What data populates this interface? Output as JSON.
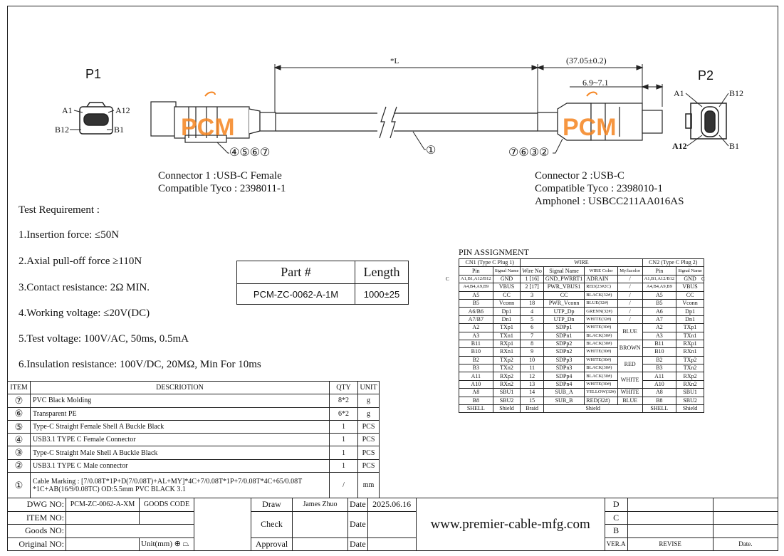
{
  "drawing": {
    "p1_label": "P1",
    "p2_label": "P2",
    "p1_pins": [
      "A1",
      "A12",
      "B12",
      "B1"
    ],
    "p2_pins": [
      "A1",
      "B12",
      "A12",
      "B1"
    ],
    "logo": "PCM",
    "dim_length": "*L",
    "dim_overall": "(37.05±0.2)",
    "dim_plug": "6.9~7.1",
    "callout_left": "④⑤⑥⑦",
    "callout_cable": "①",
    "callout_right": "⑦⑥③②",
    "connector1": [
      "Connector 1 :USB-C  Female",
      "Compatible Tyco : 2398011-1"
    ],
    "connector2": [
      "Connector 2 :USB-C",
      "Compatible Tyco : 2398010-1",
      "Amphonel : USBCC211AA016AS"
    ],
    "accent": "#f5841f"
  },
  "test": {
    "title": "Test Requirement :",
    "items": [
      "1.Insertion force: ≤50N",
      "2.Axial pull-off force ≥110N",
      "3.Contact resistance: 2Ω MIN.",
      "4.Working voltage: ≤20V(DC)",
      "5.Test voltage: 100V/AC, 50ms, 0.5mA",
      "6.Insulation resistance: 100V/DC, 20MΩ, Min For 10ms"
    ]
  },
  "part": {
    "h1": "Part #",
    "h2": "Length",
    "part_no": "PCM-ZC-0062-A-1M",
    "length": "1000±25"
  },
  "pin": {
    "title": "PIN ASSIGNMENT",
    "cn1": "CN1 (Type C Plug 1)",
    "wire": "WIRE",
    "cn2": "CN2 (Type C Plug 2)",
    "cols": [
      "Pin",
      "Signal Name",
      "Wire No",
      "Signal Name",
      "WIRE Color",
      "My/lacolor",
      "Pin",
      "Signal Name"
    ],
    "rows": [
      [
        "A1,B1,A12/B12",
        "GND",
        "1 [16]",
        "GND_PWRRT1",
        "ADRAIN",
        "/",
        "A1,B1,A12/B12",
        "GND"
      ],
      [
        "A4,B4,A9,B9",
        "VBUS",
        "2 [17]",
        "PWR_VBUS1",
        "RED(23#2C)",
        "/",
        "A4,B4,A9,B9",
        "VBUS"
      ],
      [
        "A5",
        "CC",
        "3",
        "CC",
        "BLACK(32#)",
        "/",
        "A5",
        "CC"
      ],
      [
        "B5",
        "Vconn",
        "18",
        "PWR_Vconn",
        "BLUE(32#)",
        "/",
        "B5",
        "Vconn"
      ],
      [
        "A6/B6",
        "Dp1",
        "4",
        "UTP_Dp",
        "GRENN(32#)",
        "/",
        "A6",
        "Dp1"
      ],
      [
        "A7/B7",
        "Dn1",
        "5",
        "UTP_Dn",
        "WHITE(32#)",
        "/",
        "A7",
        "Dn1"
      ],
      [
        "A2",
        "TXp1",
        "6",
        "SDPp1",
        "WHITE(30#)",
        "BLUE",
        "A2",
        "TXp1"
      ],
      [
        "A3",
        "TXn1",
        "7",
        "SDPn1",
        "BLACK(30#)",
        "",
        "A3",
        "TXn1"
      ],
      [
        "B11",
        "RXp1",
        "8",
        "SDPp2",
        "BLACK(30#)",
        "BROWN",
        "B11",
        "RXp1"
      ],
      [
        "B10",
        "RXn1",
        "9",
        "SDPn2",
        "WHITE(30#)",
        "",
        "B10",
        "RXn1"
      ],
      [
        "B2",
        "TXp2",
        "10",
        "SDPp3",
        "WHITE(30#)",
        "RED",
        "B2",
        "TXp2"
      ],
      [
        "B3",
        "TXn2",
        "11",
        "SDPn3",
        "BLACK(30#)",
        "",
        "B3",
        "TXn2"
      ],
      [
        "A11",
        "RXp2",
        "12",
        "SDPp4",
        "BLACK(30#)",
        "WHITE",
        "A11",
        "RXp2"
      ],
      [
        "A10",
        "RXn2",
        "13",
        "SDPn4",
        "WHITE(30#)",
        "",
        "A10",
        "RXn2"
      ],
      [
        "A8",
        "SBU1",
        "14",
        "SUB_A",
        "YELLOW(32#)",
        "WHITE",
        "A8",
        "SBU1"
      ],
      [
        "B8",
        "SBU2",
        "15",
        "SUB_B",
        "RED(32#)",
        "BLUE",
        "B8",
        "SBU2"
      ]
    ],
    "shell": [
      "SHELL",
      "Shield",
      "Braid",
      "Shield",
      "SHELL",
      "Shield"
    ],
    "c_mark": "C"
  },
  "bom": {
    "headers": [
      "ITEM",
      "DESCRIOTION",
      "QTY",
      "UNIT"
    ],
    "rows": [
      [
        "⑦",
        "PVC Black Molding",
        "8*2",
        "g"
      ],
      [
        "⑥",
        "Transparent PE",
        "6*2",
        "g"
      ],
      [
        "⑤",
        "Type-C Straight Female Shell A Buckle Black",
        "1",
        "PCS"
      ],
      [
        "④",
        "USB3.1 TYPE C Female Connector",
        "1",
        "PCS"
      ],
      [
        "③",
        "Type-C Straight Male Shell A Buckle Black",
        "1",
        "PCS"
      ],
      [
        "②",
        "USB3.1 TYPE C Male connector",
        "1",
        "PCS"
      ],
      [
        "①",
        "Cable Marking : [7/0.08T*1P+D(7/0.08T)+AL+MY]*4C+7/0.08T*1P+7/0.08T*4C+65/0.08T *1C+AB(16/9/0.08TC) OD:5.5mm PVC BLACK 3.1",
        "/",
        "mm"
      ]
    ]
  },
  "title_block": {
    "dwg_label": "DWG NO:",
    "dwg_no": "PCM-ZC-0062-A-XM",
    "goods_code": "GOODS CODE",
    "item_no": "ITEM NO:",
    "goods_no": "Goods NO:",
    "original_no": "Original NO:",
    "unit": "Unit(mm)",
    "draw": "Draw",
    "drawer": "James Zhuo",
    "date": "Date",
    "draw_date": "2025.06.16",
    "check": "Check",
    "approval": "Approval",
    "website": "www.premier-cable-mfg.com",
    "versions": [
      "D",
      "C",
      "B"
    ],
    "ver": "VER.A",
    "revise": "REVISE",
    "rev_date": "Date."
  }
}
